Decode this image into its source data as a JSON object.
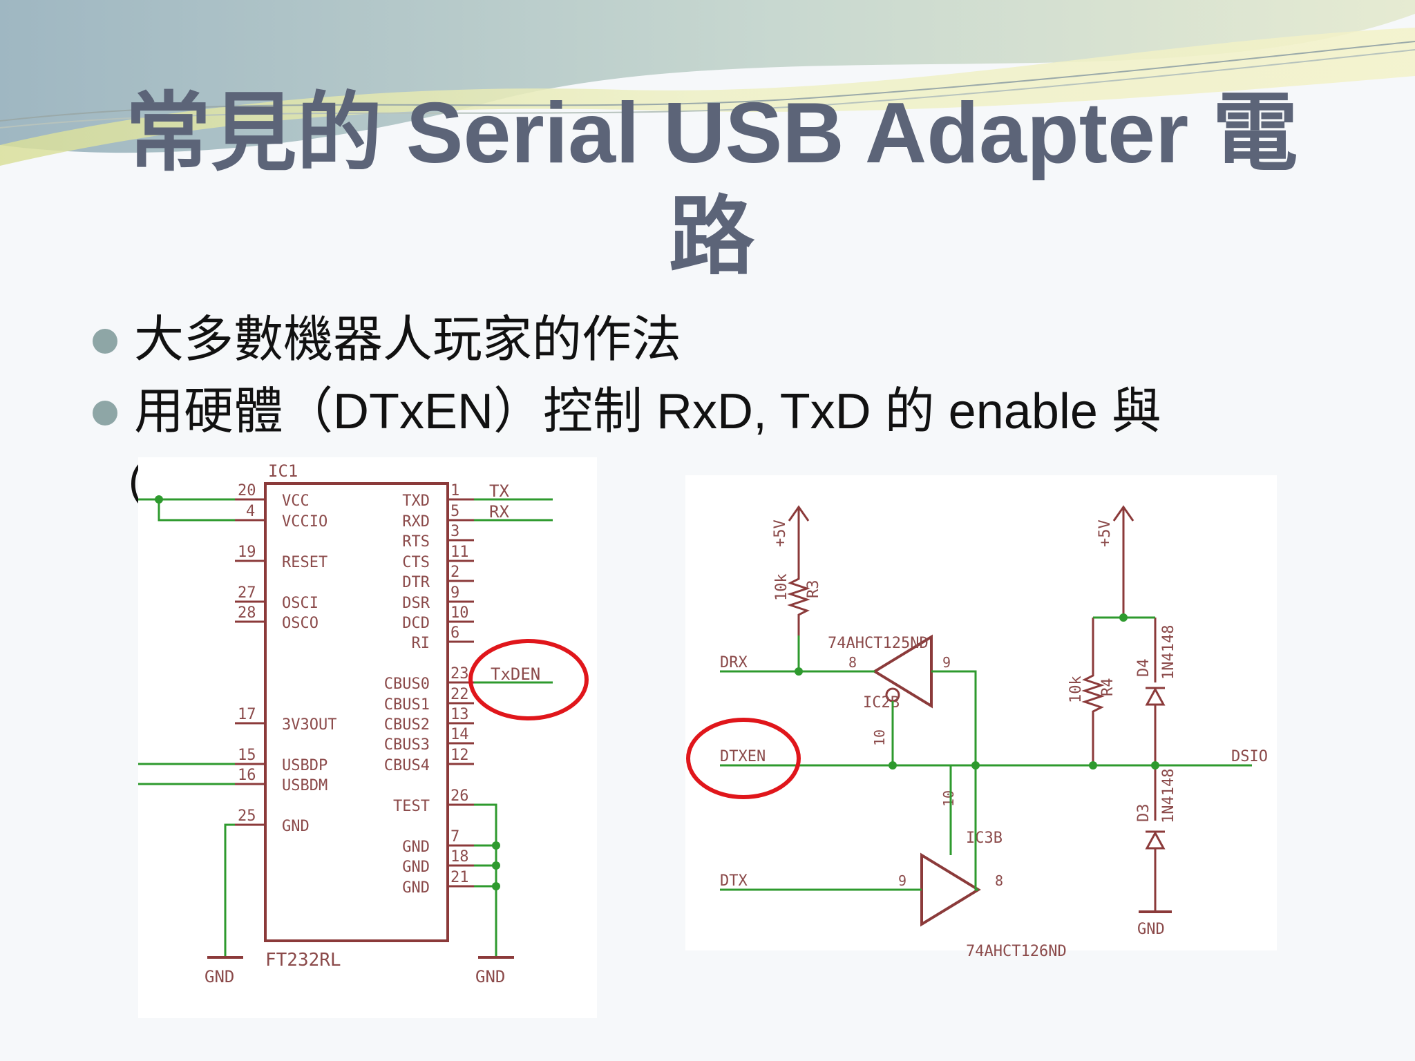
{
  "slide": {
    "title_line1": "常見的  Serial USB Adapter  電",
    "title_line2": "路",
    "bullets": [
      {
        "text": "大多數機器人玩家的作法"
      },
      {
        "text": "用硬體（DTxEN）控制  RxD, TxD  的  enable  與"
      }
    ],
    "overflow_char": "(",
    "highlight_color": "#e0161b",
    "title_color": "#5c6478"
  },
  "left_schematic": {
    "ic_ref": "IC1",
    "ic_part": "FT232RL",
    "left_pins": [
      {
        "num": "20",
        "name": "VCC"
      },
      {
        "num": "4",
        "name": "VCCIO"
      },
      {
        "num": "19",
        "name": "RESET"
      },
      {
        "num": "27",
        "name": "OSCI"
      },
      {
        "num": "28",
        "name": "OSCO"
      },
      {
        "num": "17",
        "name": "3V3OUT"
      },
      {
        "num": "15",
        "name": "USBDP"
      },
      {
        "num": "16",
        "name": "USBDM"
      },
      {
        "num": "25",
        "name": "GND"
      }
    ],
    "right_pins": [
      {
        "num": "1",
        "name": "TXD"
      },
      {
        "num": "5",
        "name": "RXD"
      },
      {
        "num": "3",
        "name": "RTS"
      },
      {
        "num": "11",
        "name": "CTS"
      },
      {
        "num": "2",
        "name": "DTR"
      },
      {
        "num": "9",
        "name": "DSR"
      },
      {
        "num": "10",
        "name": "DCD"
      },
      {
        "num": "6",
        "name": "RI"
      },
      {
        "num": "23",
        "name": "CBUS0"
      },
      {
        "num": "22",
        "name": "CBUS1"
      },
      {
        "num": "13",
        "name": "CBUS2"
      },
      {
        "num": "14",
        "name": "CBUS3"
      },
      {
        "num": "12",
        "name": "CBUS4"
      },
      {
        "num": "26",
        "name": "TEST"
      },
      {
        "num": "7",
        "name": "GND"
      },
      {
        "num": "18",
        "name": "GND"
      },
      {
        "num": "21",
        "name": "GND"
      }
    ],
    "net_tx": "TX",
    "net_rx": "RX",
    "net_txden": "TxDEN",
    "gnd_left": "GND",
    "gnd_right": "GND"
  },
  "right_schematic": {
    "vcc_label_1": "+5V",
    "vcc_label_2": "+5V",
    "r3_value": "10k",
    "r3_ref": "R3",
    "r4_value": "10k",
    "r4_ref": "R4",
    "buf1_part": "74AHCT125ND",
    "buf1_ref": "IC2B",
    "buf1_pin_in": "8",
    "buf1_pin_out": "9",
    "buf1_pin_en": "10",
    "buf2_part": "74AHCT126ND",
    "buf2_ref": "IC3B",
    "buf2_pin_in": "9",
    "buf2_pin_out": "8",
    "buf2_pin_en": "10",
    "net_drx": "DRX",
    "net_dtxen": "DTXEN",
    "net_dtx": "DTX",
    "net_dsio": "DSIO",
    "d4_ref": "D4",
    "d4_part": "1N4148",
    "d3_ref": "D3",
    "d3_part": "1N4148",
    "gnd": "GND"
  }
}
